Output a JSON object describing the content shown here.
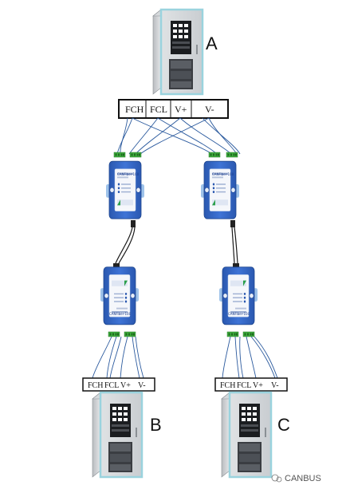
{
  "cabinets": {
    "a_label": "A",
    "b_label": "B",
    "c_label": "C"
  },
  "terminal_top": [
    "FCH",
    "FCL",
    "V+",
    "V-"
  ],
  "terminal_bottom_left": [
    "FCH",
    "FCL",
    "V+",
    "V-"
  ],
  "terminal_bottom_right": [
    "FCH",
    "FCL",
    "V+",
    "V-"
  ],
  "modules": {
    "model": "CANFiber-100"
  },
  "watermark": {
    "text": "CANBUS"
  },
  "colors": {
    "wire": "#2b5a9e",
    "module_body": "#2f5fb8",
    "fiber": "#1a1a1a",
    "connector": "#3fae3f"
  }
}
